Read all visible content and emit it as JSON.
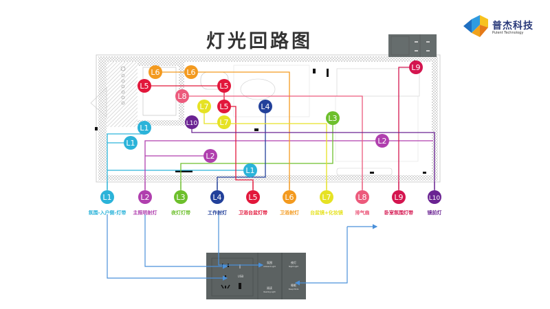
{
  "title": "灯光回路图",
  "logo": {
    "name": "普杰科技",
    "subtitle": "Pulent Technology"
  },
  "circuits": [
    {
      "id": "L1",
      "label": "氛围-入户侧-灯带",
      "color": "#2bb3d9"
    },
    {
      "id": "L2",
      "label": "主照明射灯",
      "color": "#b03fae"
    },
    {
      "id": "L3",
      "label": "夜灯灯带",
      "color": "#6dbf2c"
    },
    {
      "id": "L4",
      "label": "工作射灯",
      "color": "#22409a"
    },
    {
      "id": "L5",
      "label": "卫浴台盆灯带",
      "color": "#e2173b"
    },
    {
      "id": "L6",
      "label": "卫浴射灯",
      "color": "#f39a1f"
    },
    {
      "id": "L7",
      "label": "台盆镜+化妆镜",
      "color": "#e6e224"
    },
    {
      "id": "L8",
      "label": "排气扇",
      "color": "#ec5a7c"
    },
    {
      "id": "L9",
      "label": "卧室氛围灯带",
      "color": "#d4154f"
    },
    {
      "id": "L10",
      "label": "镜前灯",
      "color": "#6a2392"
    }
  ],
  "switch_panel": {
    "buttons": [
      {
        "cn": "氛围",
        "en": "Ambient Light"
      },
      {
        "cn": "阅读",
        "en": "Reading Light"
      },
      {
        "cn": "夜灯",
        "en": "Night Light"
      },
      {
        "cn": "睡眠",
        "en": "Sleep Mode"
      }
    ],
    "usb_label": "USB"
  }
}
